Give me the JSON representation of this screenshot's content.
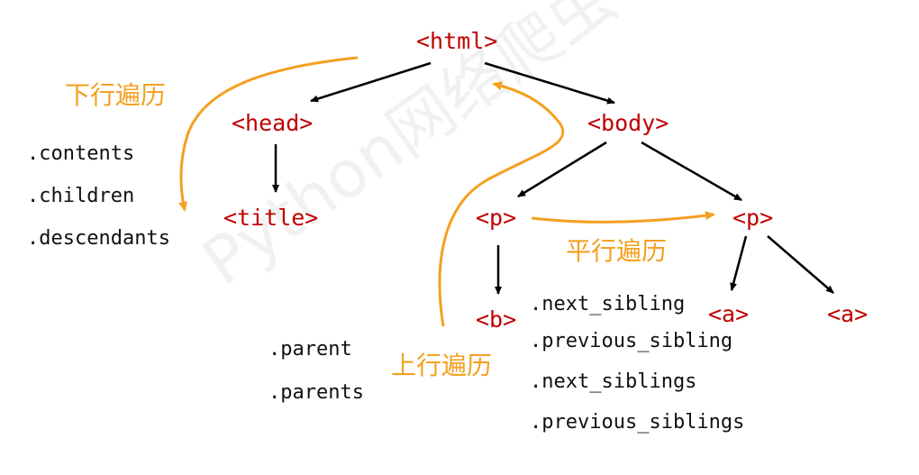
{
  "nodes": {
    "html": "<html>",
    "head": "<head>",
    "body": "<body>",
    "title": "<title>",
    "p1": "<p>",
    "p2": "<p>",
    "b": "<b>",
    "a1": "<a>",
    "a2": "<a>"
  },
  "labels": {
    "down": "下行遍历",
    "up": "上行遍历",
    "parallel": "平行遍历"
  },
  "down_props": [
    ".contents",
    ".children",
    ".descendants"
  ],
  "up_props": [
    ".parent",
    ".parents"
  ],
  "parallel_props": [
    ".next_sibling",
    ".previous_sibling",
    ".next_siblings",
    ".previous_siblings"
  ],
  "colors": {
    "tag": "#c00000",
    "traversal": "#f4a020",
    "edge": "#000000"
  }
}
